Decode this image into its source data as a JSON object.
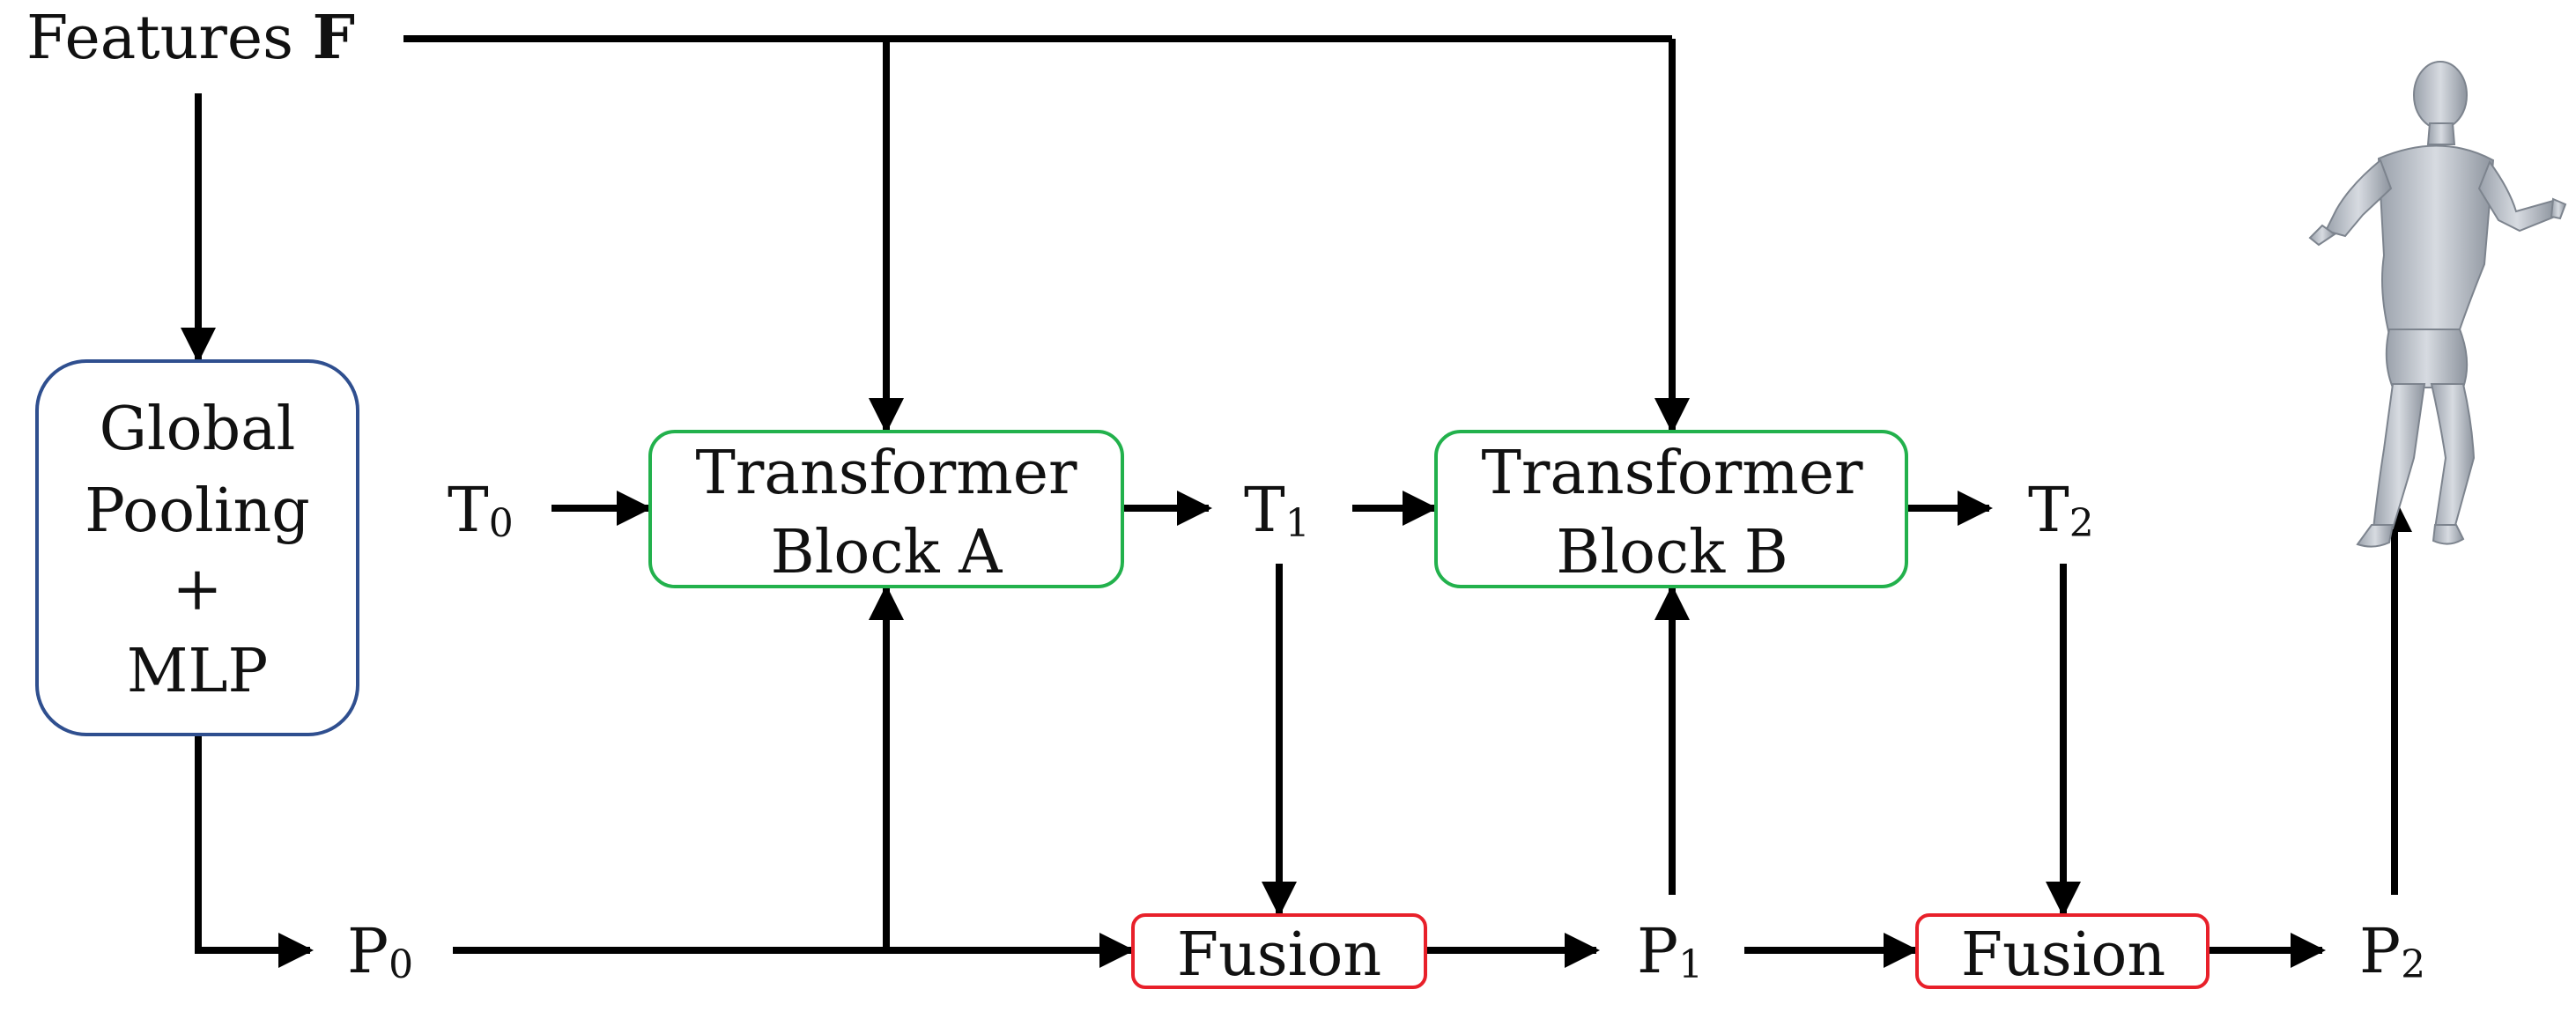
{
  "diagram": {
    "input": {
      "text": "Features ",
      "bold": "F"
    },
    "global_block": {
      "lines": [
        "Global",
        "Pooling",
        "+",
        "MLP"
      ],
      "border_color": "#2f4f8f"
    },
    "transformer_a": {
      "line1": "Transformer",
      "line2": "Block A",
      "border_color": "#22b14c"
    },
    "transformer_b": {
      "line1": "Transformer",
      "line2": "Block B",
      "border_color": "#22b14c"
    },
    "fusion_1": {
      "label": "Fusion",
      "border_color": "#e8202a"
    },
    "fusion_2": {
      "label": "Fusion",
      "border_color": "#e8202a"
    },
    "tokens": {
      "t0": {
        "base": "T",
        "sub": "0"
      },
      "t1": {
        "base": "T",
        "sub": "1"
      },
      "t2": {
        "base": "T",
        "sub": "2"
      }
    },
    "params": {
      "p0": {
        "base": "P",
        "sub": "0"
      },
      "p1": {
        "base": "P",
        "sub": "1"
      },
      "p2": {
        "base": "P",
        "sub": "2"
      }
    },
    "output_icon": "human-body-mesh-icon"
  }
}
